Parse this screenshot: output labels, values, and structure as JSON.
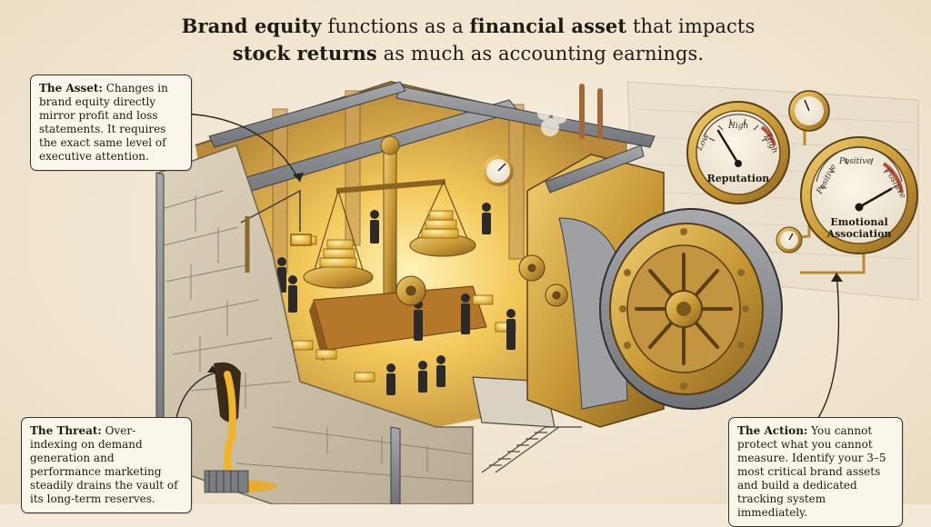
{
  "headline": {
    "part1_bold": "Brand equity",
    "part2": " functions as a ",
    "part3_bold": "financial asset",
    "part4": " that impacts",
    "part5_bold": "stock returns",
    "part6": " as much as accounting earnings."
  },
  "callouts": {
    "asset": {
      "title": "The Asset:",
      "body": " Changes in brand equity directly mirror profit and loss statements. It requires the exact same level of executive attention."
    },
    "threat": {
      "title": "The Threat:",
      "body": " Over-indexing on demand generation and performance marketing steadily drains the vault of its long-term reserves."
    },
    "action": {
      "title": "The Action:",
      "body": " You cannot protect what you cannot measure. Identify your 3–5 most critical brand assets and build a dedicated tracking system immediately."
    }
  },
  "gauges": {
    "reputation": {
      "label": "Reputation",
      "tick_low": "Low",
      "tick_mid": "High",
      "tick_high": "High"
    },
    "emotional": {
      "label_line1": "Emotional",
      "label_line2": "Association",
      "tick_low": "Positive",
      "tick_mid": "Positive",
      "tick_high": "Positive"
    }
  },
  "colors": {
    "gold": "#e7b53a",
    "brass": "#b98a32",
    "stone": "#cfc3ad",
    "steel": "#8c8f93",
    "ink": "#1f1a14"
  }
}
